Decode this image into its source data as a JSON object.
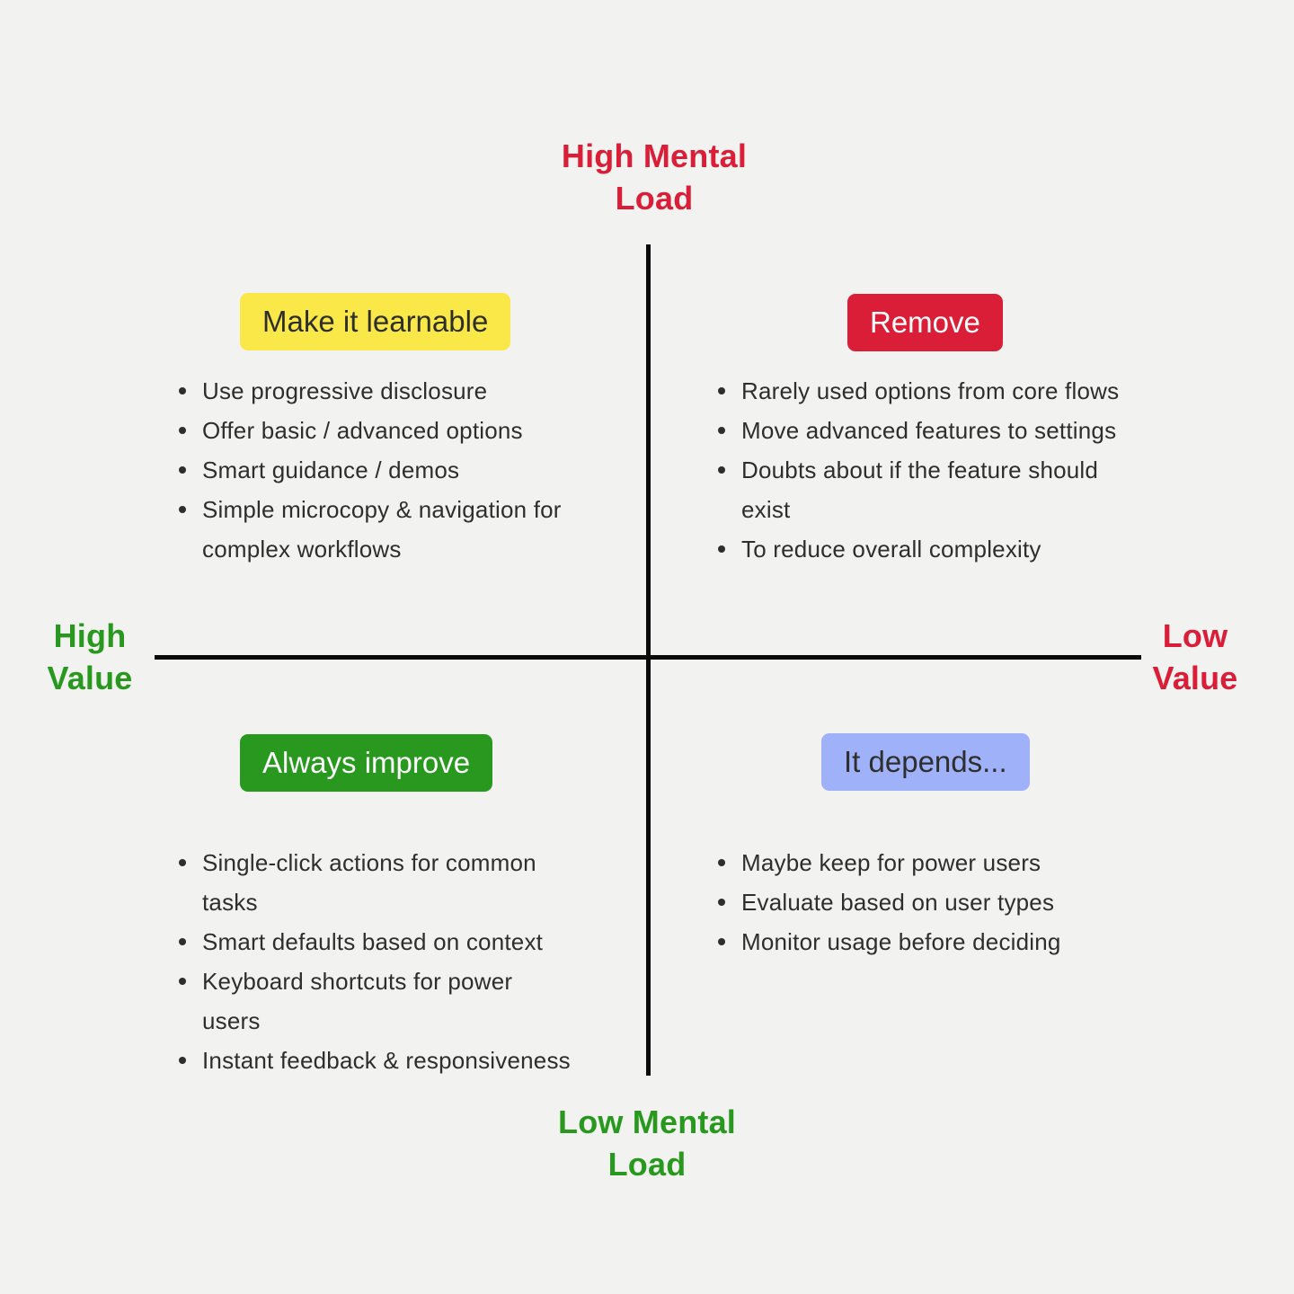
{
  "palette": {
    "background": "#F2F2F0",
    "axis_line": "#0A0A0A",
    "red": "#DB1E38",
    "green": "#28991E",
    "yellow": "#F9E848",
    "blue": "#9FB1F8",
    "dark_text": "#2E2E2C",
    "light_text": "#FCFCFC"
  },
  "axes": {
    "top": {
      "line1": "High Mental",
      "line2": "Load",
      "color": "#DB1E38"
    },
    "bottom": {
      "line1": "Low Mental",
      "line2": "Load",
      "color": "#28991E"
    },
    "left": {
      "line1": "High",
      "line2": "Value",
      "color": "#28991E"
    },
    "right": {
      "line1": "Low",
      "line2": "Value",
      "color": "#DB1E38"
    }
  },
  "quadrants": {
    "top_left": {
      "title": "Make it learnable",
      "badge_bg": "#F9E848",
      "badge_text_color": "#2E2E2C",
      "items": [
        "Use progressive disclosure",
        "Offer basic / advanced options",
        "Smart guidance / demos",
        "Simple microcopy & navigation for complex workflows"
      ]
    },
    "top_right": {
      "title": "Remove",
      "badge_bg": "#DB1E38",
      "badge_text_color": "#FCFCFC",
      "items": [
        "Rarely used options from core flows",
        "Move advanced features to settings",
        "Doubts about if the feature should exist",
        "To reduce overall complexity"
      ]
    },
    "bottom_left": {
      "title": "Always improve",
      "badge_bg": "#28991E",
      "badge_text_color": "#FCFCFC",
      "items": [
        "Single-click actions for common tasks",
        "Smart defaults based on context",
        "Keyboard shortcuts for power users",
        "Instant feedback & responsiveness"
      ]
    },
    "bottom_right": {
      "title": "It depends...",
      "badge_bg": "#9FB1F8",
      "badge_text_color": "#2E2E2C",
      "items": [
        "Maybe keep for power users",
        "Evaluate based on user types",
        "Monitor usage before deciding"
      ]
    }
  }
}
